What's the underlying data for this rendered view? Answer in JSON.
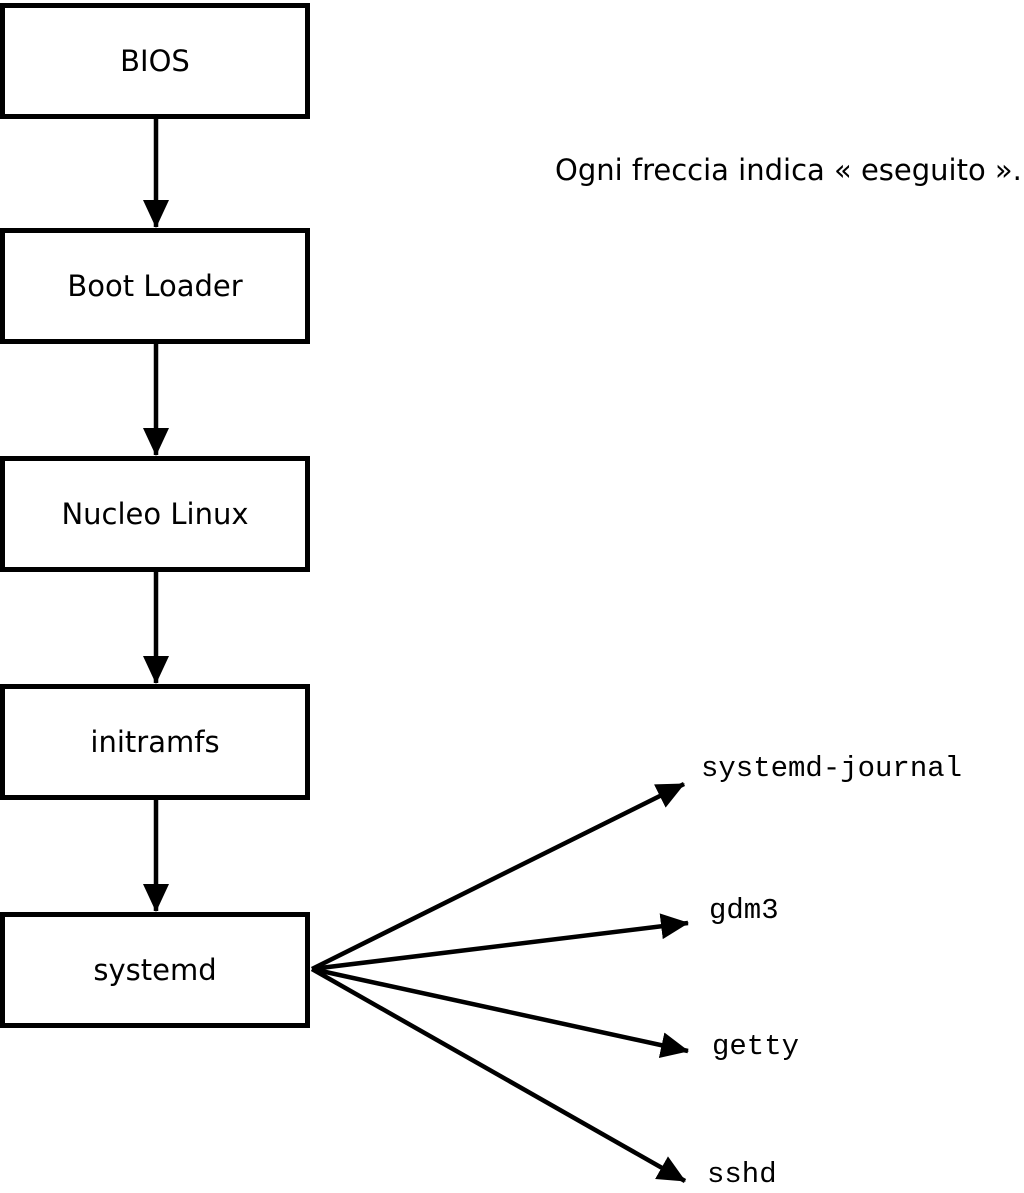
{
  "diagram": {
    "legend_note": "Ogni freccia indica « eseguito ».",
    "colors": {
      "background": "#ffffff",
      "ink": "#000000"
    },
    "boot_chain": [
      {
        "label": "BIOS"
      },
      {
        "label": "Boot Loader"
      },
      {
        "label": "Nucleo Linux"
      },
      {
        "label": "initramfs"
      },
      {
        "label": "systemd"
      }
    ],
    "spawned_services": [
      {
        "label": "systemd-journal"
      },
      {
        "label": "gdm3"
      },
      {
        "label": "getty"
      },
      {
        "label": "sshd"
      }
    ]
  }
}
